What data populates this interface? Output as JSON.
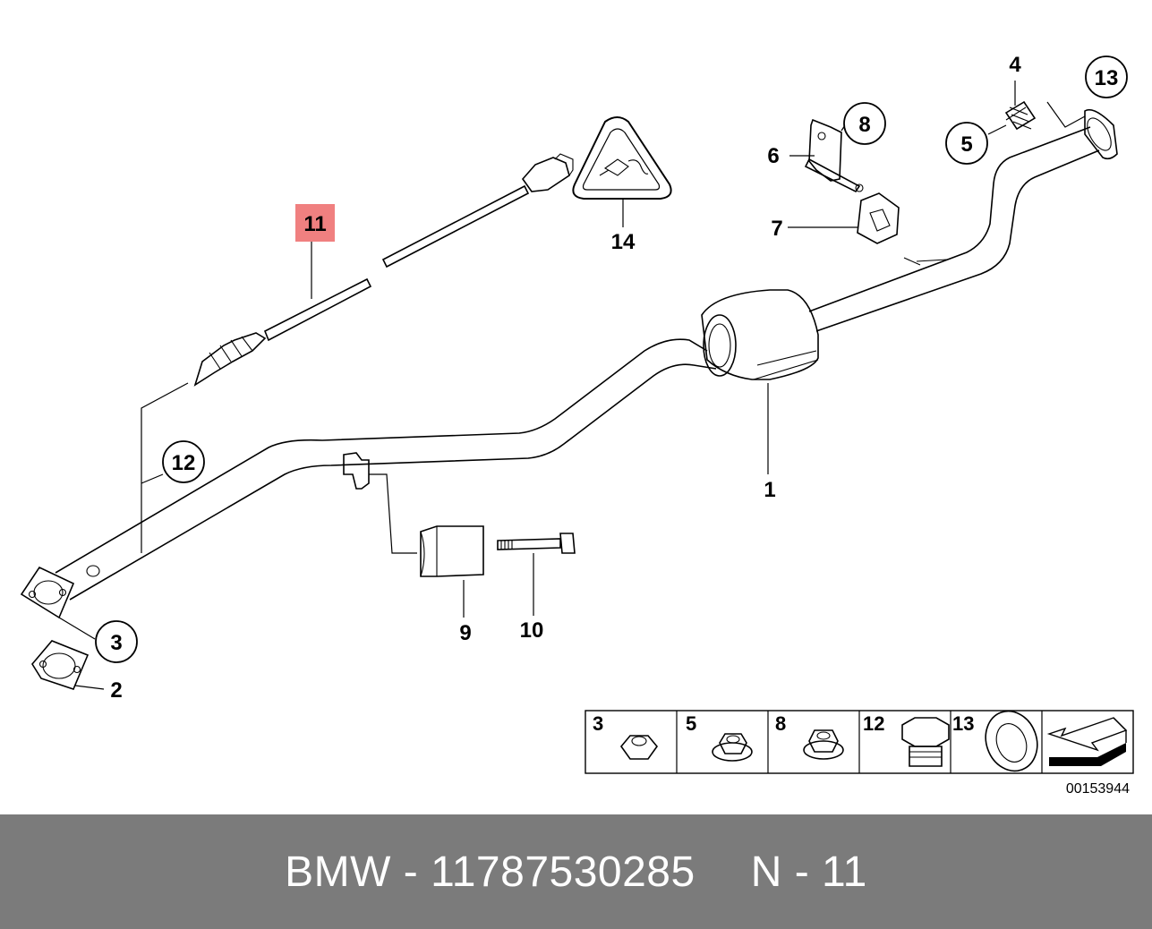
{
  "callouts": {
    "c1": "1",
    "c2": "2",
    "c3": "3",
    "c4": "4",
    "c5": "5",
    "c6": "6",
    "c7": "7",
    "c8": "8",
    "c9": "9",
    "c10": "10",
    "c11": "11",
    "c12": "12",
    "c13": "13",
    "c14": "14"
  },
  "highlight_color": "#f08080",
  "legend": {
    "cells": [
      {
        "label": "3"
      },
      {
        "label": "5"
      },
      {
        "label": "8"
      },
      {
        "label": "12"
      },
      {
        "label": "13"
      }
    ]
  },
  "reference_number": "00153944",
  "footer": {
    "brand_part": "BMW - 11787530285",
    "position": "N - 11"
  }
}
